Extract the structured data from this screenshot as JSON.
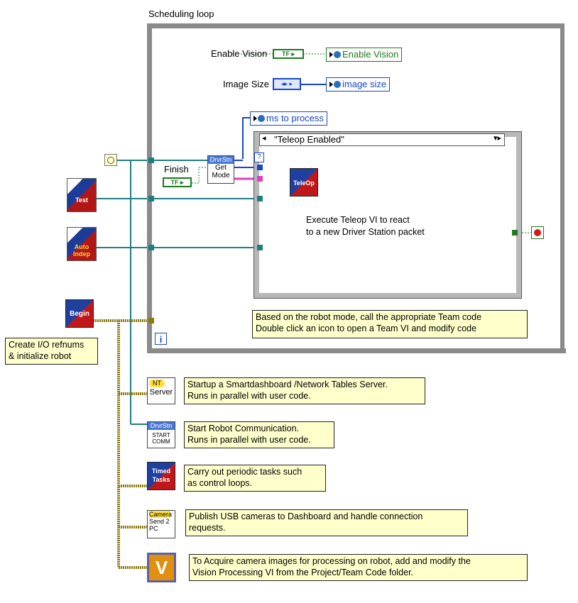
{
  "loop": {
    "title": "Scheduling loop",
    "iteration_label": "i"
  },
  "controls": {
    "enable_vision_label": "Enable Vision",
    "enable_vision_ctrl": "TF",
    "enable_vision_var": "Enable Vision",
    "image_size_label": "Image Size",
    "image_size_var": "image size",
    "ms_to_process_var": "ms to process",
    "finish_label": "Finish",
    "finish_ctrl": "TF"
  },
  "vis": {
    "drvstn_header": "DrvrStn",
    "get_mode_line1": "Get",
    "get_mode_line2": "Mode",
    "teleop_label": "TeleOp",
    "test_label": "Test",
    "auto_label": "Auto Indep",
    "begin_label": "Begin",
    "nt_header": "NT",
    "nt_label": "Server",
    "drvstn_start_header": "DrvrStn",
    "start_line1": "START",
    "start_line2": "COMM",
    "timed_line1": "Timed",
    "timed_line2": "Tasks",
    "camera_header": "Camera",
    "camera_line1": "Send 2",
    "camera_line2": "PC",
    "vision_letter": "V"
  },
  "case": {
    "selector": "\"Teleop Enabled\""
  },
  "notes": {
    "teleop_note_1": "Execute Teleop VI to react",
    "teleop_note_2": "to a new Driver Station packet",
    "mode_note_1": "Based on the robot mode, call the appropriate Team code",
    "mode_note_2": "Double click an icon to open a Team VI and modify code",
    "init_note_1": "Create I/O refnums",
    "init_note_2": "& initialize robot",
    "nt_note_1": "Startup a Smartdashboard /Network Tables Server.",
    "nt_note_2": "Runs in parallel with user code.",
    "comm_note_1": "Start Robot Communication.",
    "comm_note_2": "Runs in parallel with user code.",
    "timed_note_1": "Carry out periodic tasks such",
    "timed_note_2": "as control loops.",
    "camera_note_1": "Publish  USB cameras to Dashboard and handle connection",
    "camera_note_2": "requests.",
    "vision_note_1": "To Acquire camera images for processing on robot, add and modify the",
    "vision_note_2": "Vision Processing VI from the Project/Team Code folder."
  },
  "colors": {
    "refnum_wire": "#1f7f7f",
    "cluster_wire": "#8a7a10",
    "bool_wire": "#1e7a1e",
    "enum_wire": "#1846c9",
    "string_wire": "#e040c0"
  }
}
